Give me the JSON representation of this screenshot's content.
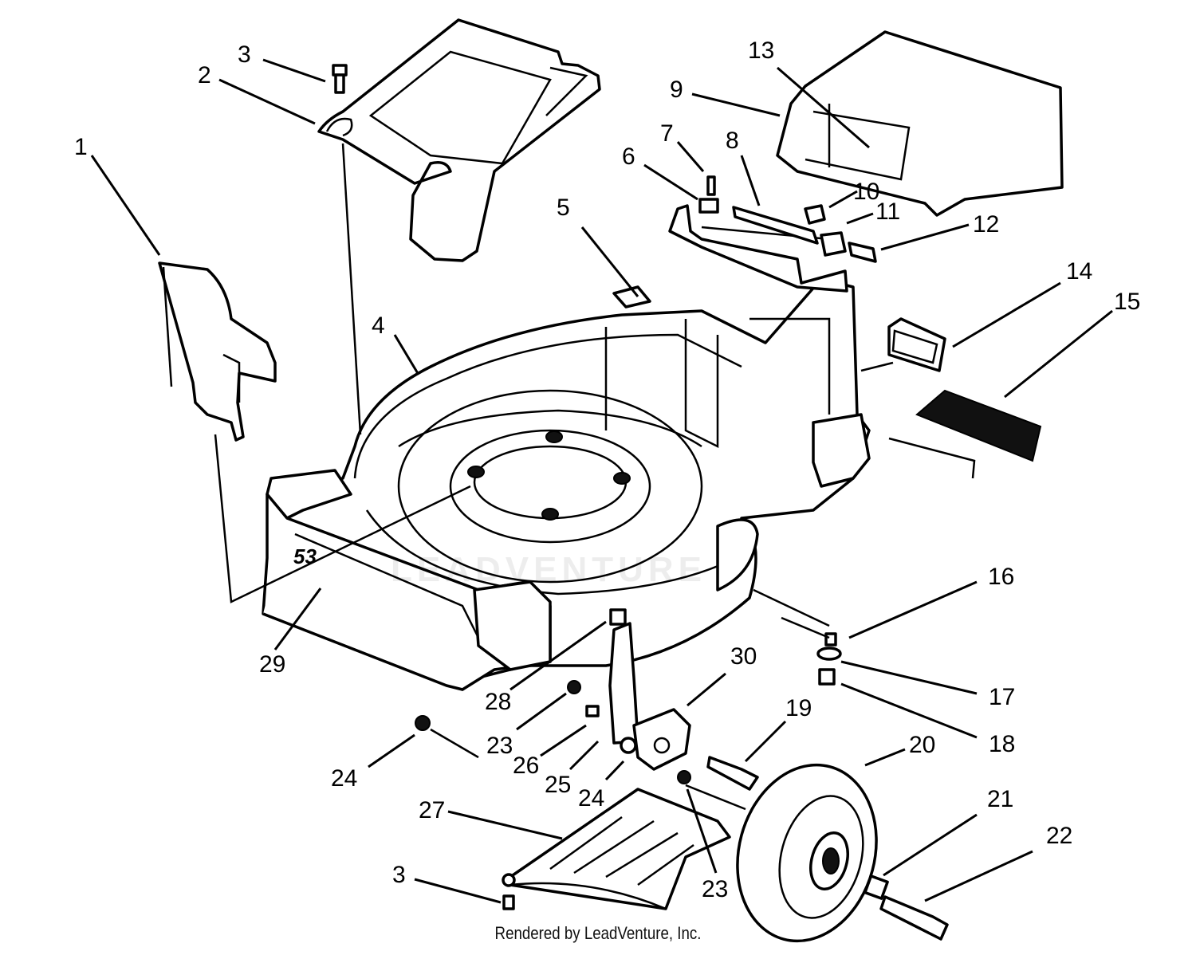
{
  "watermark": "LEADVENTURE",
  "footer": "Rendered by LeadVenture, Inc.",
  "decal_text": "53",
  "callouts": [
    {
      "id": "c1",
      "label": "1"
    },
    {
      "id": "c2",
      "label": "2"
    },
    {
      "id": "c3a",
      "label": "3"
    },
    {
      "id": "c4",
      "label": "4"
    },
    {
      "id": "c5",
      "label": "5"
    },
    {
      "id": "c6",
      "label": "6"
    },
    {
      "id": "c7",
      "label": "7"
    },
    {
      "id": "c8",
      "label": "8"
    },
    {
      "id": "c9",
      "label": "9"
    },
    {
      "id": "c10",
      "label": "10"
    },
    {
      "id": "c11",
      "label": "11"
    },
    {
      "id": "c12",
      "label": "12"
    },
    {
      "id": "c13",
      "label": "13"
    },
    {
      "id": "c14",
      "label": "14"
    },
    {
      "id": "c15",
      "label": "15"
    },
    {
      "id": "c16",
      "label": "16"
    },
    {
      "id": "c17",
      "label": "17"
    },
    {
      "id": "c18",
      "label": "18"
    },
    {
      "id": "c19",
      "label": "19"
    },
    {
      "id": "c20",
      "label": "20"
    },
    {
      "id": "c21",
      "label": "21"
    },
    {
      "id": "c22",
      "label": "22"
    },
    {
      "id": "c23a",
      "label": "23"
    },
    {
      "id": "c23b",
      "label": "23"
    },
    {
      "id": "c24a",
      "label": "24"
    },
    {
      "id": "c24b",
      "label": "24"
    },
    {
      "id": "c25",
      "label": "25"
    },
    {
      "id": "c26",
      "label": "26"
    },
    {
      "id": "c27",
      "label": "27"
    },
    {
      "id": "c28",
      "label": "28"
    },
    {
      "id": "c29",
      "label": "29"
    },
    {
      "id": "c30",
      "label": "30"
    },
    {
      "id": "c3b",
      "label": "3"
    }
  ]
}
